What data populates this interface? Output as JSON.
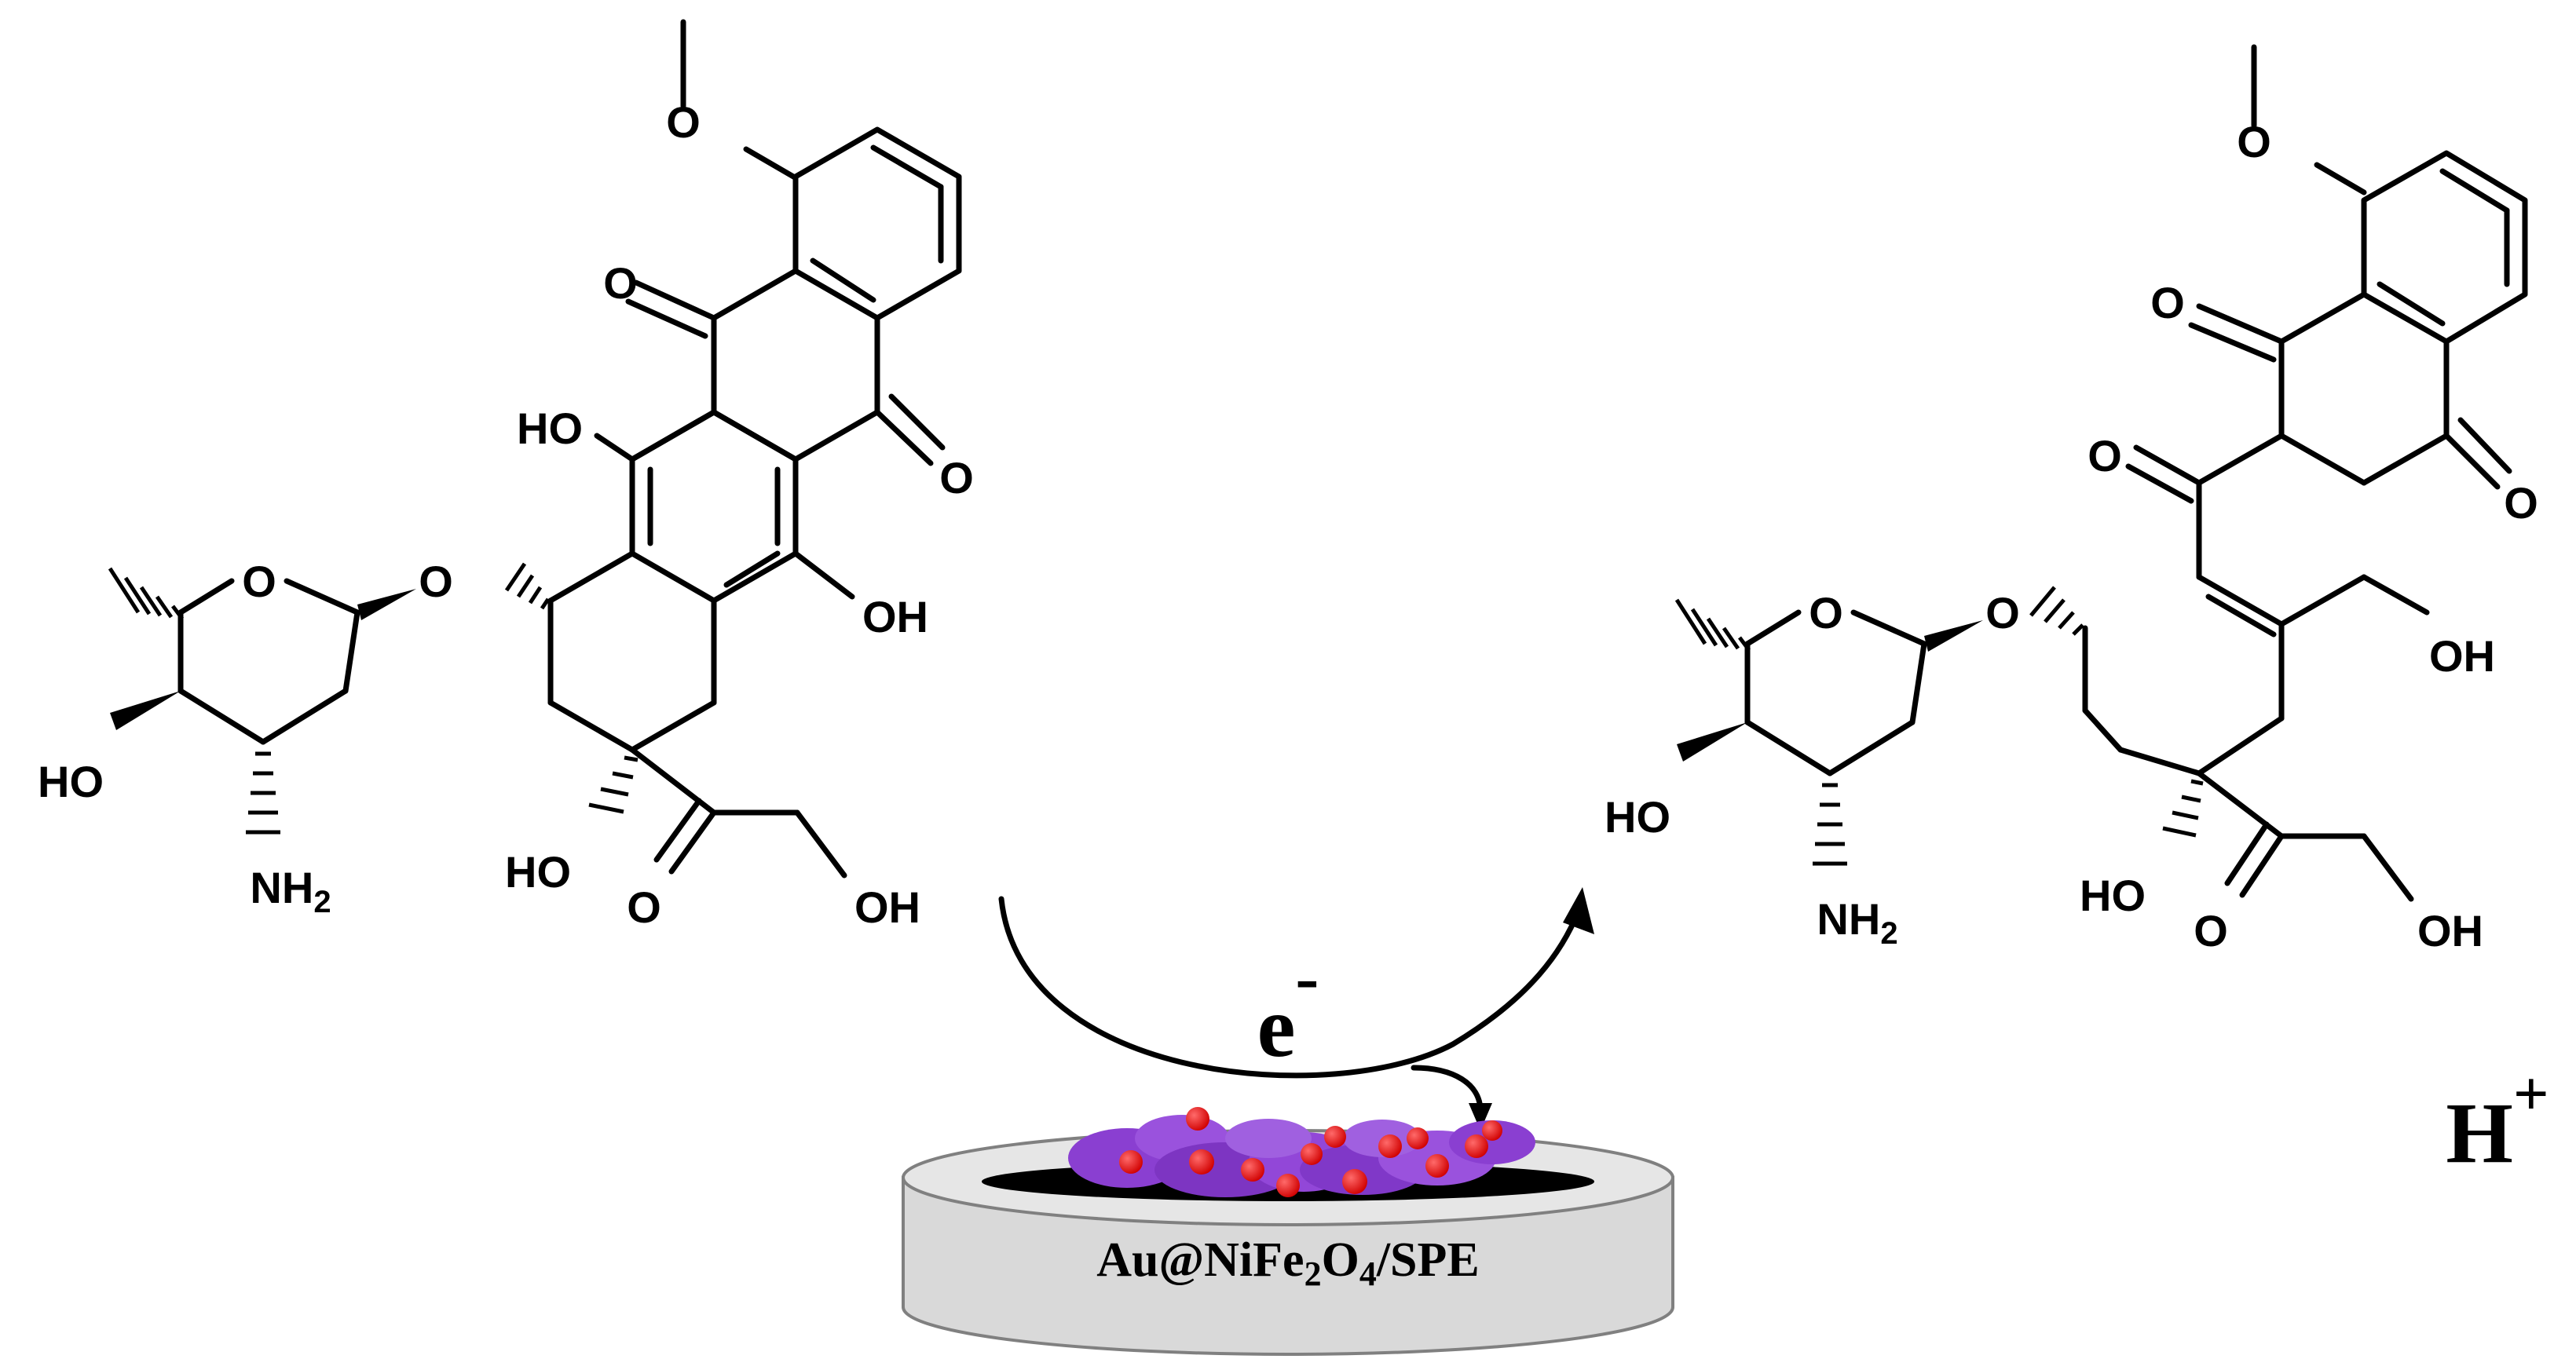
{
  "reactant": {
    "atoms": {
      "methoxy_o": "O",
      "quinone_o_top": "O",
      "quinone_o_right": "O",
      "ho_left": "HO",
      "oh_right": "OH",
      "sugar_ring_o": "O",
      "glycosidic_o": "O",
      "sugar_ho": "HO",
      "sugar_nh2": "NH2",
      "ring_ho": "HO",
      "side_o": "O",
      "side_oh": "OH"
    }
  },
  "product": {
    "atoms": {
      "methoxy_o": "O",
      "keto_o_1": "O",
      "keto_o_2": "O",
      "keto_o_3": "O",
      "sugar_ring_o": "O",
      "glycosidic_o": "O",
      "vinyl_oh": "OH",
      "sugar_ho": "HO",
      "sugar_nh2": "NH2",
      "chain_ho": "HO",
      "side_o": "O",
      "side_oh": "OH"
    }
  },
  "reaction": {
    "electron": {
      "base": "e",
      "sup": "-"
    },
    "proton": {
      "base": "H",
      "sup": "+"
    }
  },
  "electrode": {
    "label_parts": [
      "Au@NiFe",
      "2",
      "O",
      "4",
      "/SPE"
    ],
    "colors": {
      "body": "#d9d9d9",
      "disk": "#000000",
      "sheet": "#8a3fd1",
      "particle": "#ff0000"
    }
  }
}
